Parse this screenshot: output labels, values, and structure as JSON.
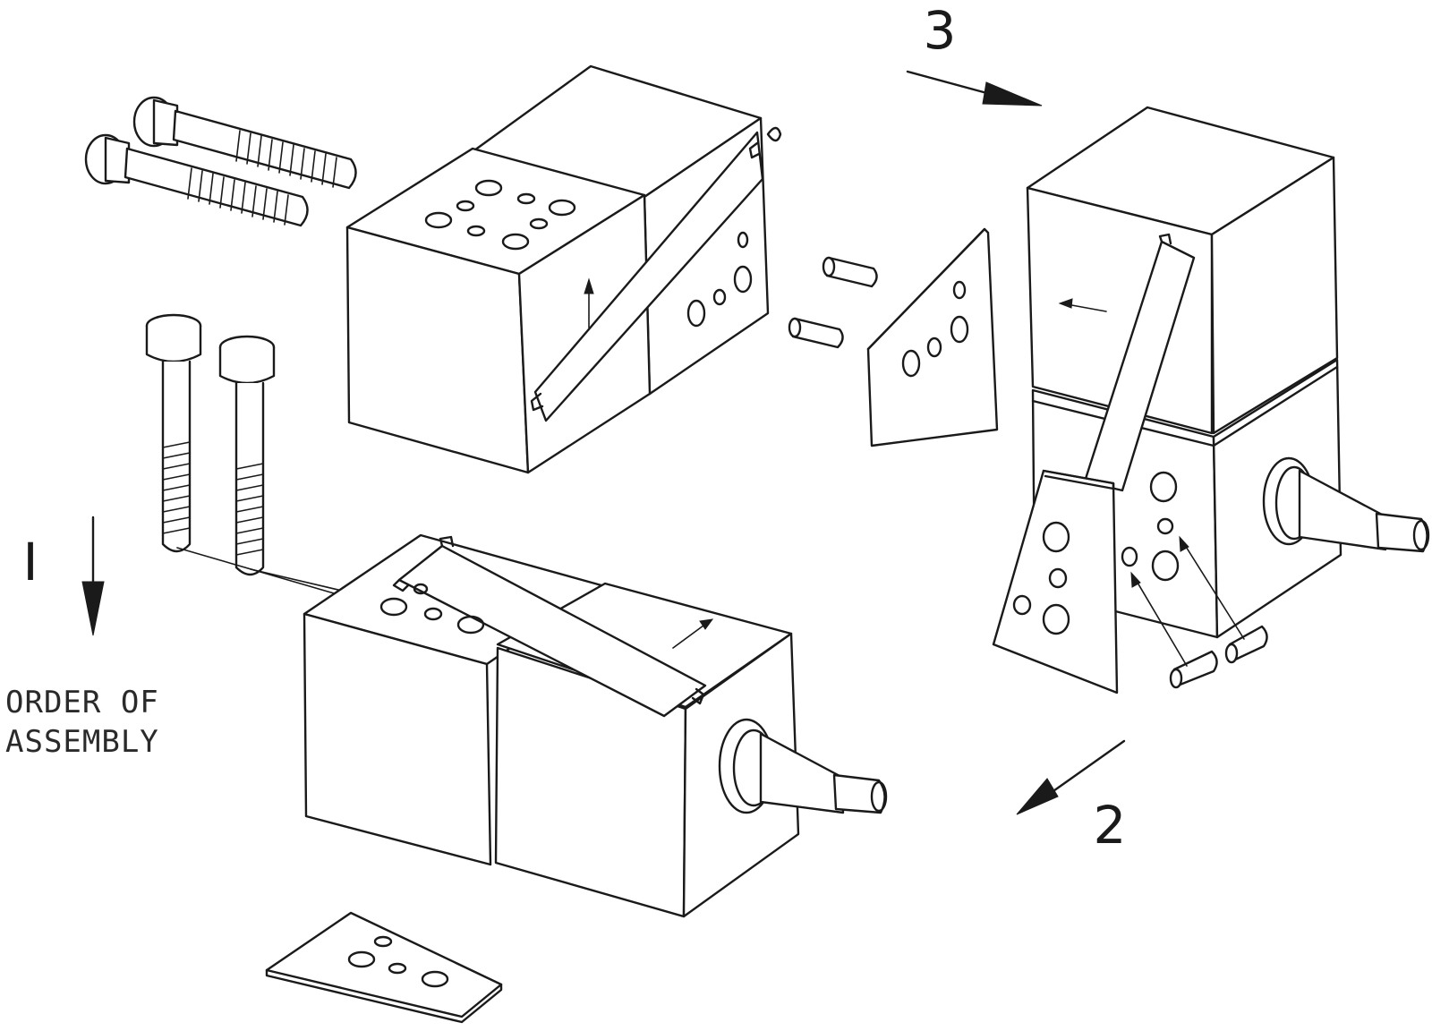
{
  "steps": {
    "step1": "I",
    "step2": "2",
    "step3": "3"
  },
  "legend": {
    "line1": "ORDER OF",
    "line2": "ASSEMBLY"
  },
  "colors": {
    "ink": "#1a1a1a",
    "paper": "#ffffff"
  }
}
